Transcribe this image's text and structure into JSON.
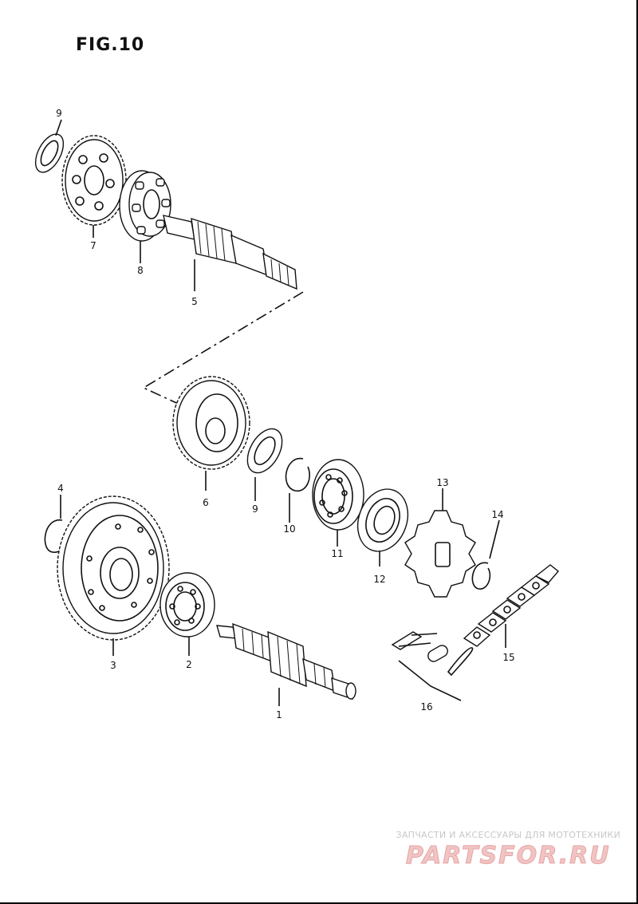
{
  "figure": {
    "title": "FIG.10"
  },
  "parts": [
    {
      "id": "p9a",
      "number": "9"
    },
    {
      "id": "p7",
      "number": "7"
    },
    {
      "id": "p8",
      "number": "8"
    },
    {
      "id": "p5",
      "number": "5"
    },
    {
      "id": "p6",
      "number": "6"
    },
    {
      "id": "p9b",
      "number": "9"
    },
    {
      "id": "p10",
      "number": "10"
    },
    {
      "id": "p11",
      "number": "11"
    },
    {
      "id": "p12",
      "number": "12"
    },
    {
      "id": "p13",
      "number": "13"
    },
    {
      "id": "p14",
      "number": "14"
    },
    {
      "id": "p4",
      "number": "4"
    },
    {
      "id": "p3",
      "number": "3"
    },
    {
      "id": "p2",
      "number": "2"
    },
    {
      "id": "p1",
      "number": "1"
    },
    {
      "id": "p15",
      "number": "15"
    },
    {
      "id": "p16",
      "number": "16"
    }
  ],
  "watermark": {
    "subtitle": "ЗАПЧАСТИ И АКСЕССУАРЫ ДЛЯ МОТОТЕХНИКИ",
    "brand": "PARTSFOR.RU"
  }
}
